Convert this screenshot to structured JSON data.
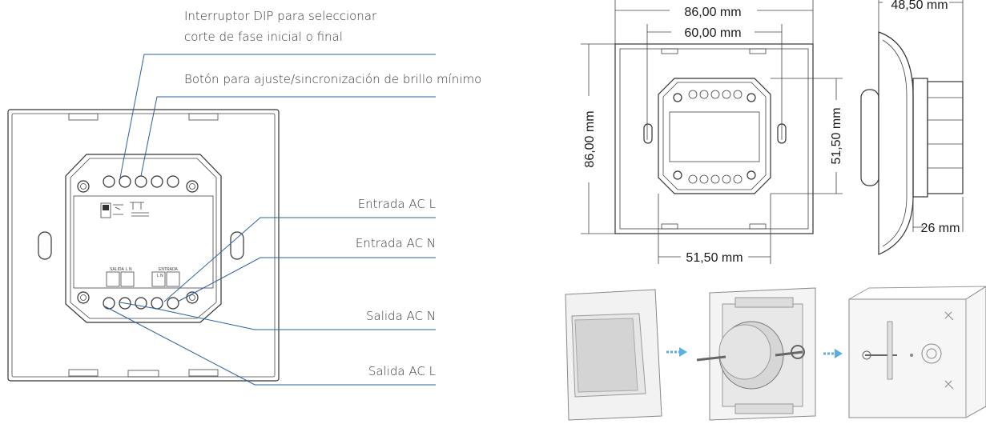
{
  "callouts": {
    "dip_line1": "Interruptor DIP para seleccionar",
    "dip_line2": "corte de fase inicial o final",
    "button": "Botón para ajuste/sincronización de brillo mínimo",
    "in_l": "Entrada AC L",
    "in_n": "Entrada AC N",
    "out_n": "Salida AC N",
    "out_l": "Salida AC L"
  },
  "terminal_labels": {
    "salida": "SALIDA",
    "salida_ln": "L N",
    "entrada": "ENTRADA",
    "entrada_ln": "L N"
  },
  "dimensions": {
    "width_outer": "86,00 mm",
    "width_inner": "60,00 mm",
    "height_outer": "86,00 mm",
    "height_module": "51,50 mm",
    "width_module": "51,50 mm",
    "depth_total": "48,50 mm",
    "depth_body": "26 mm"
  },
  "colors": {
    "leader": "#2a5fa0",
    "arrow": "#5aaee0"
  }
}
